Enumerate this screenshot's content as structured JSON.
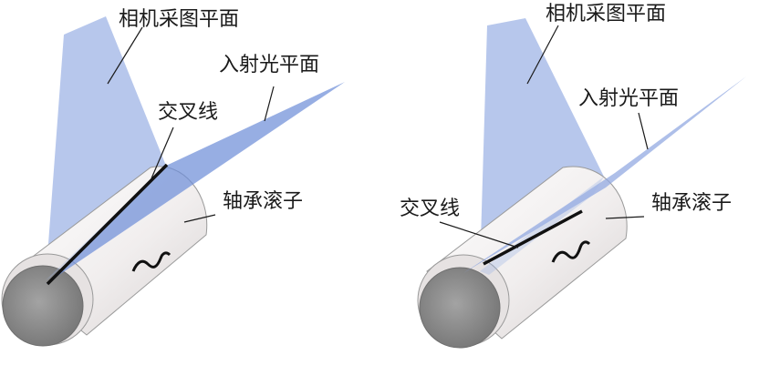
{
  "panels": [
    {
      "camera_plane_label": "相机采图平面",
      "incident_plane_label": "入射光平面",
      "intersection_line_label": "交叉线",
      "roller_label": "轴承滚子"
    },
    {
      "camera_plane_label": "相机采图平面",
      "incident_plane_label": "入射光平面",
      "intersection_line_label": "交叉线",
      "roller_label": "轴承滚子"
    }
  ],
  "colors": {
    "camera_plane": "#9fb4e6",
    "incident_plane": "#6f8fd8",
    "roller_body": "#f2efef",
    "roller_end": "#8c8c8c",
    "intersection_line": "#111111"
  }
}
